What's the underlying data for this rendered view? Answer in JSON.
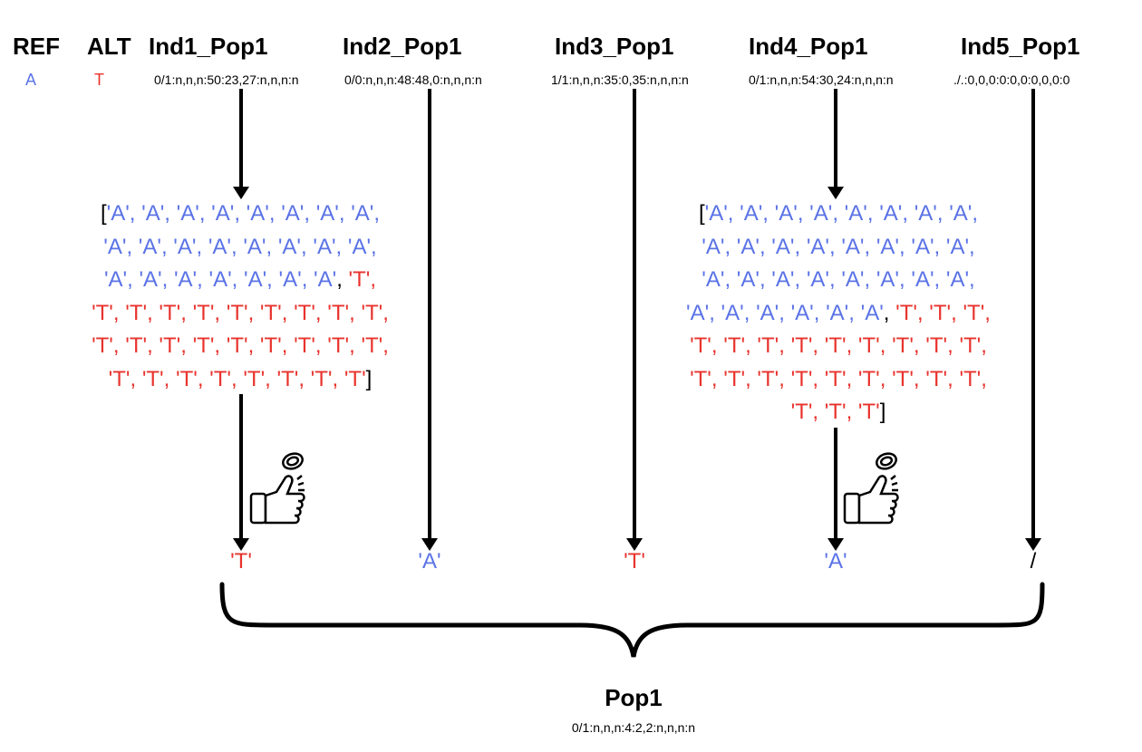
{
  "ref": {
    "label": "REF",
    "allele": "A"
  },
  "alt": {
    "label": "ALT",
    "allele": "T"
  },
  "individuals": [
    {
      "name": "Ind1_Pop1",
      "genotype": "0/1:n,n,n:50:23,27:n,n,n:n",
      "picked": "'T'"
    },
    {
      "name": "Ind2_Pop1",
      "genotype": "0/0:n,n,n:48:48,0:n,n,n:n",
      "picked": "'A'"
    },
    {
      "name": "Ind3_Pop1",
      "genotype": "1/1:n,n,n:35:0,35:n,n,n:n",
      "picked": "'T'"
    },
    {
      "name": "Ind4_Pop1",
      "genotype": "0/1:n,n,n:54:30,24:n,n,n:n",
      "picked": "'A'"
    },
    {
      "name": "Ind5_Pop1",
      "genotype": "./.:0,0,0:0:0,0:0,0,0:0",
      "picked": "/"
    }
  ],
  "read_lists": [
    {
      "individual": "Ind1_Pop1",
      "ref_count": 23,
      "alt_count": 27
    },
    {
      "individual": "Ind4_Pop1",
      "ref_count": 30,
      "alt_count": 24
    }
  ],
  "population": {
    "name": "Pop1",
    "genotype": "0/1:n,n,n:4:2,2:n,n,n:n"
  },
  "icons": {
    "coin_flip": "coin-flip-hand-icon"
  },
  "colors": {
    "ref": "#5b73e6",
    "alt": "#e8332d"
  }
}
